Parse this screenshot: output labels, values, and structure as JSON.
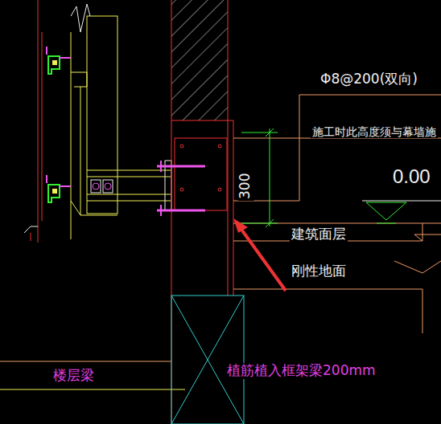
{
  "diagram": {
    "labels": [
      "Φ8@200(双向)",
      "施工时此高度须与幕墙施",
      "0.00",
      "300",
      "建筑面层",
      "刚性地面",
      "植筋植入框架梁200mm",
      "楼层梁"
    ]
  }
}
